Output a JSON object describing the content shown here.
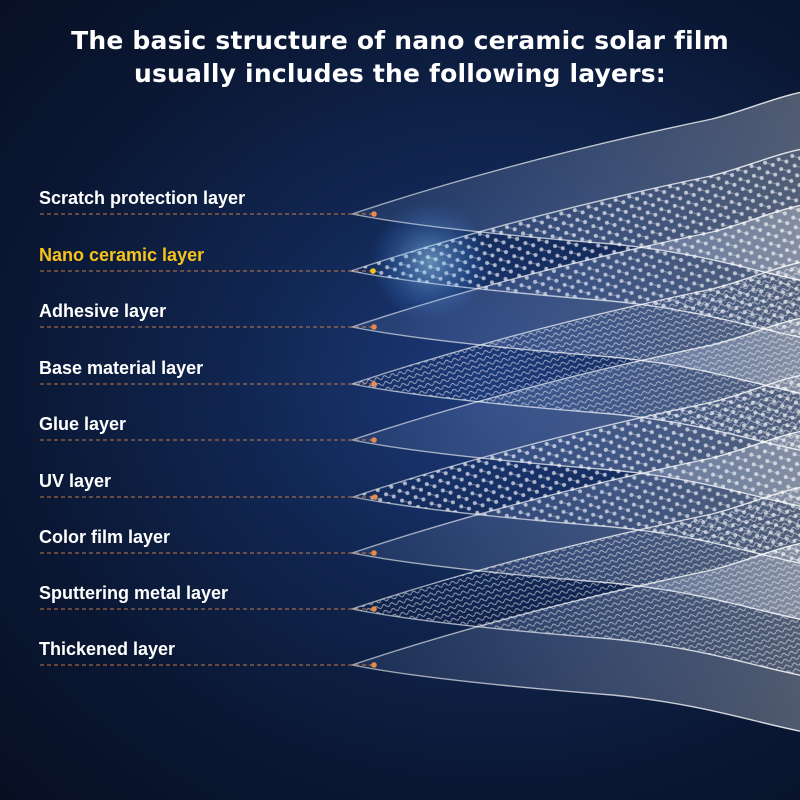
{
  "title": {
    "line1": "The basic structure of nano ceramic solar film",
    "line2": "usually includes the following layers:"
  },
  "layers": [
    {
      "label": "Scratch protection layer",
      "highlight": false
    },
    {
      "label": "Nano ceramic layer",
      "highlight": true
    },
    {
      "label": "Adhesive layer",
      "highlight": false
    },
    {
      "label": "Base material layer",
      "highlight": false
    },
    {
      "label": "Glue layer",
      "highlight": false
    },
    {
      "label": "UV layer",
      "highlight": false
    },
    {
      "label": "Color film layer",
      "highlight": false
    },
    {
      "label": "Sputtering metal layer",
      "highlight": false
    },
    {
      "label": "Thickened layer",
      "highlight": false
    }
  ],
  "colors": {
    "highlight": "#f7c21b",
    "marker": "#e8894a",
    "leader": "#e8894a"
  }
}
